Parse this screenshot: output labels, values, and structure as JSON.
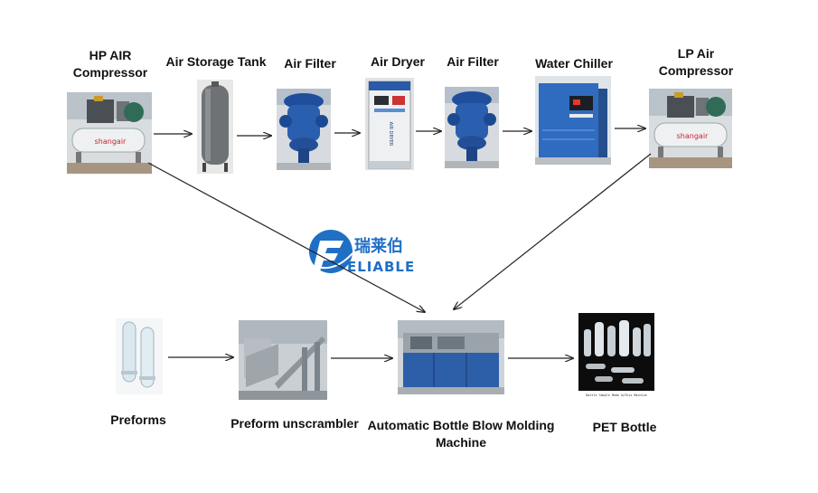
{
  "nodes": {
    "hp_compressor": {
      "label_line1": "HP AIR",
      "label_line2": "Compressor",
      "brand": "shangair"
    },
    "storage_tank": {
      "label": "Air Storage Tank"
    },
    "filter_1": {
      "label": "Air Filter"
    },
    "dryer": {
      "label": "Air Dryer",
      "panel_text": "AIR DRYER"
    },
    "filter_2": {
      "label": "Air Filter"
    },
    "chiller": {
      "label": "Water Chiller"
    },
    "lp_compressor": {
      "label_line1": "LP Air",
      "label_line2": "Compressor",
      "brand": "shangair"
    },
    "preforms": {
      "label": "Preforms"
    },
    "unscrambler": {
      "label": "Preform unscrambler"
    },
    "blow_molding": {
      "label_line1": "Automatic Bottle Blow Molding",
      "label_line2": "Machine"
    },
    "pet_bottle": {
      "label": "PET Bottle",
      "caption": "Bottle Sample Made byThis Machine"
    }
  },
  "logo": {
    "chinese_text": "瑞莱伯",
    "latin_text": "ELIABLE"
  },
  "colors": {
    "logo_blue": "#1f6fc5",
    "machine_blue": "#2d5fa8",
    "arrow": "#222222"
  }
}
